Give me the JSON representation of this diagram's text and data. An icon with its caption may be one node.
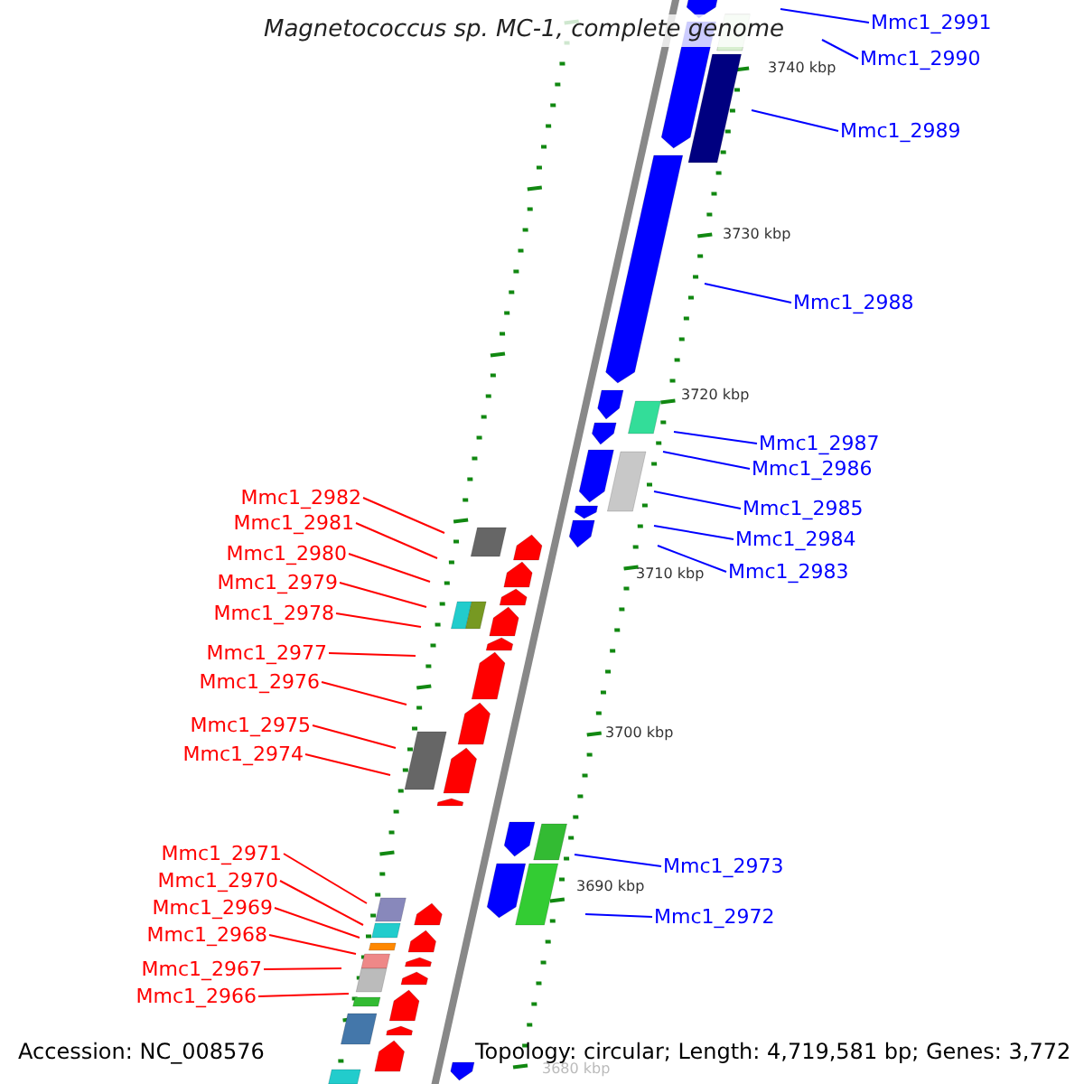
{
  "diagram": {
    "title": "Magnetococcus sp. MC-1, complete genome",
    "nodes": [
      {
        "text": [
          "Mmc1_2991"
        ]
      },
      {
        "text": [
          "Mmc1_2990"
        ]
      },
      {
        "text": [
          "Mmc1_2989"
        ]
      },
      {
        "text": [
          "Mmc1_2988"
        ]
      },
      {
        "text": [
          "Mmc1_2987"
        ]
      },
      {
        "text": [
          "Mmc1_2986"
        ]
      },
      {
        "text": [
          "Mmc1_2985"
        ]
      },
      {
        "text": [
          "Mmc1_2984"
        ]
      },
      {
        "text": [
          "Mmc1_2983"
        ]
      },
      {
        "text": [
          "Mmc1_2982"
        ]
      },
      {
        "text": [
          "Mmc1_2981"
        ]
      },
      {
        "text": [
          "Mmc1_2980"
        ]
      },
      {
        "text": [
          "Mmc1_2979"
        ]
      },
      {
        "text": [
          "Mmc1_2978"
        ]
      },
      {
        "text": [
          "Mmc1_2977"
        ]
      },
      {
        "text": [
          "Mmc1_2976"
        ]
      },
      {
        "text": [
          "Mmc1_2975"
        ]
      },
      {
        "text": [
          "Mmc1_2974"
        ]
      },
      {
        "text": [
          "Mmc1_2973"
        ]
      },
      {
        "text": [
          "Mmc1_2972"
        ]
      },
      {
        "text": [
          "Mmc1_2971"
        ]
      },
      {
        "text": [
          "Mmc1_2970"
        ]
      },
      {
        "text": [
          "Mmc1_2969"
        ]
      },
      {
        "text": [
          "Mmc1_2968"
        ]
      },
      {
        "text": [
          "Mmc1_2967"
        ]
      },
      {
        "text": [
          "Mmc1_2966"
        ]
      }
    ],
    "edges": [
      {
        "from": 0,
        "to": null,
        "arrow": "none",
        "color": "#0000ff"
      },
      {
        "from": 1,
        "to": null,
        "arrow": "none",
        "color": "#0000ff"
      },
      {
        "from": 2,
        "to": null,
        "arrow": "none",
        "color": "#0000ff"
      },
      {
        "from": 3,
        "to": null,
        "arrow": "none",
        "color": "#0000ff"
      },
      {
        "from": 4,
        "to": null,
        "arrow": "none",
        "color": "#0000ff"
      },
      {
        "from": 5,
        "to": null,
        "arrow": "none",
        "color": "#0000ff"
      },
      {
        "from": 6,
        "to": null,
        "arrow": "none",
        "color": "#0000ff"
      },
      {
        "from": 7,
        "to": null,
        "arrow": "none",
        "color": "#0000ff"
      },
      {
        "from": 8,
        "to": null,
        "arrow": "none",
        "color": "#0000ff"
      },
      {
        "from": 9,
        "to": null,
        "arrow": "none"
      },
      {
        "from": 10,
        "to": null,
        "arrow": "none"
      },
      {
        "from": 11,
        "to": null,
        "arrow": "none"
      },
      {
        "from": 12,
        "to": null,
        "arrow": "none"
      },
      {
        "from": 13,
        "to": null,
        "arrow": "none"
      },
      {
        "from": 14,
        "to": null,
        "arrow": "none"
      },
      {
        "from": 15,
        "to": null,
        "arrow": "none"
      },
      {
        "from": 16,
        "to": null,
        "arrow": "none"
      },
      {
        "from": 17,
        "to": null,
        "arrow": "none"
      },
      {
        "from": 18,
        "to": null,
        "arrow": "none",
        "color": "#0000ff"
      },
      {
        "from": 19,
        "to": null,
        "arrow": "none",
        "color": "#0000ff"
      },
      {
        "from": 20,
        "to": null,
        "arrow": "none"
      },
      {
        "from": 21,
        "to": null,
        "arrow": "none"
      },
      {
        "from": 22,
        "to": null,
        "arrow": "none"
      },
      {
        "from": 23,
        "to": null,
        "arrow": "none"
      },
      {
        "from": 24,
        "to": null,
        "arrow": "none"
      },
      {
        "from": 25,
        "to": null,
        "arrow": "none"
      }
    ],
    "labels": [
      "3740 kbp",
      "3730 kbp",
      "3720 kbp",
      "3710 kbp",
      "3700 kbp",
      "3690 kbp",
      "3680 kbp",
      "Accession: NC_008576",
      "Topology: circular; Length: 4,719,581 bp; Genes: 3,772"
    ]
  }
}
